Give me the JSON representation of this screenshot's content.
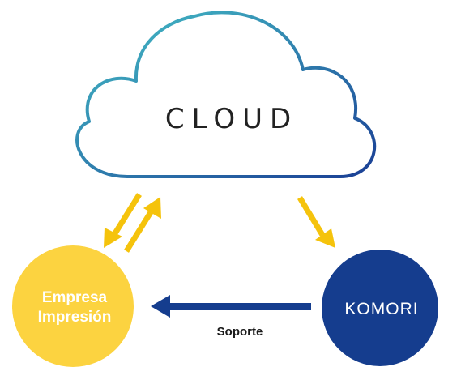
{
  "cloud": {
    "label": "CLOUD"
  },
  "printing_company": {
    "line1": "Empresa",
    "line2": "Impresión"
  },
  "komori": {
    "label": "KOMORI"
  },
  "support_edge": {
    "label": "Soporte"
  },
  "colors": {
    "cloud_gradient_start": "#45c0c7",
    "cloud_gradient_end": "#1a3f95",
    "printing_company": "#fcd340",
    "komori": "#153d8e",
    "sync_arrows": "#f5c30c",
    "support_arrow": "#153d8e"
  }
}
